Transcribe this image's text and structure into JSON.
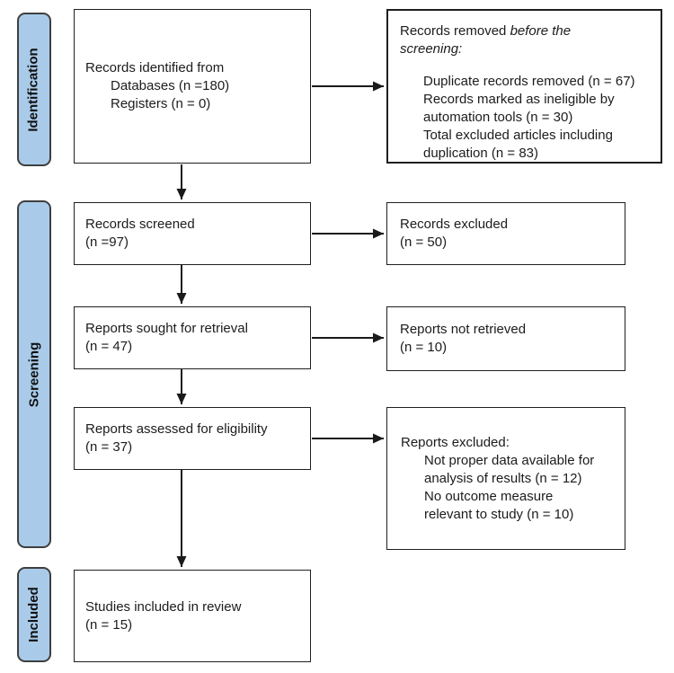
{
  "colors": {
    "stage_fill": "#A9CBE9",
    "stage_border": "#3F3F3F",
    "box_border": "#1F1F1F",
    "arrow": "#1A1A1A",
    "background": "#FFFFFF"
  },
  "stages": {
    "identification": "Identification",
    "screening": "Screening",
    "included": "Included"
  },
  "boxes": {
    "records_identified": {
      "heading": "Records identified from",
      "detail_lines": [
        "Databases (n =180)",
        "Registers (n = 0)"
      ]
    },
    "records_removed": {
      "heading_plain": "Records removed ",
      "heading_italic_lines": [
        "before the",
        "screening:"
      ],
      "detail_lines": [
        "Duplicate records removed (n = 67)",
        "Records marked as ineligible by",
        "automation tools (n = 30)",
        "Total excluded articles including",
        "duplication (n = 83)"
      ]
    },
    "records_screened": {
      "lines": [
        "Records screened",
        "(n =97)"
      ]
    },
    "records_excluded": {
      "lines": [
        "Records excluded",
        "(n = 50)"
      ]
    },
    "reports_sought": {
      "lines": [
        "Reports sought for retrieval",
        "(n = 47)"
      ]
    },
    "reports_not_retrieved": {
      "lines": [
        "Reports not retrieved",
        "(n = 10)"
      ]
    },
    "reports_assessed": {
      "lines": [
        "Reports assessed for eligibility",
        "(n = 37)"
      ]
    },
    "reports_excluded": {
      "heading": "Reports excluded:",
      "detail_lines": [
        "Not proper data available for",
        "analysis of results (n = 12)",
        "No outcome measure",
        "relevant to study (n = 10)"
      ]
    },
    "studies_included": {
      "lines": [
        "Studies included in review",
        "(n = 15)"
      ]
    }
  }
}
